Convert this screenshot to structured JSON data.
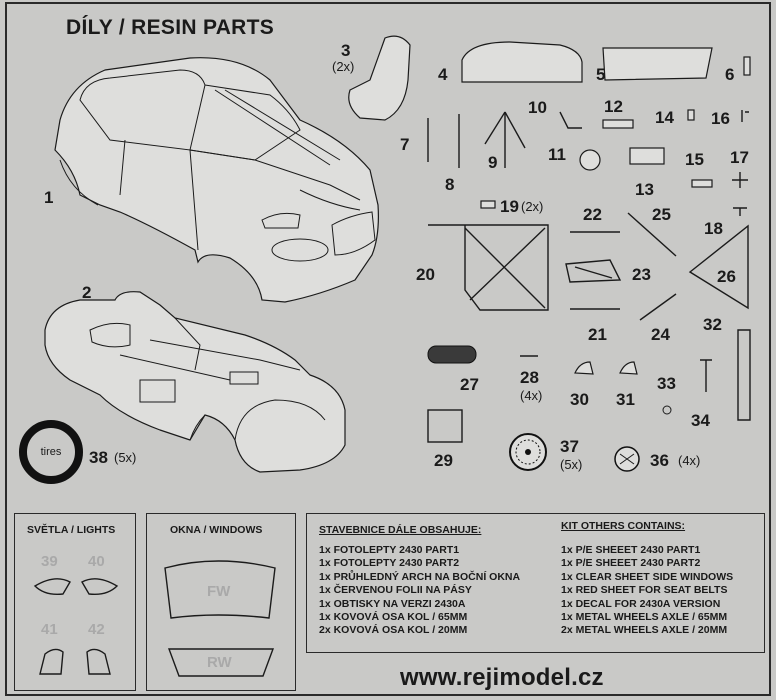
{
  "header": {
    "title": "DÍLY / RESIN PARTS"
  },
  "part_numbers": {
    "p1": "1",
    "p2": "2",
    "p3": "3",
    "p3_qty": "(2x)",
    "p4": "4",
    "p5": "5",
    "p6": "6",
    "p7": "7",
    "p8": "8",
    "p9": "9",
    "p10": "10",
    "p11": "11",
    "p12": "12",
    "p13": "13",
    "p14": "14",
    "p15": "15",
    "p16": "16",
    "p17": "17",
    "p18": "18",
    "p19": "19",
    "p19_qty": "(2x)",
    "p20": "20",
    "p21": "21",
    "p22": "22",
    "p23": "23",
    "p24": "24",
    "p25": "25",
    "p26": "26",
    "p27": "27",
    "p28": "28",
    "p28_qty": "(4x)",
    "p29": "29",
    "p30": "30",
    "p31": "31",
    "p32": "32",
    "p33": "33",
    "p34": "34",
    "p36": "36",
    "p36_qty": "(4x)",
    "p37": "37",
    "p37_qty": "(5x)",
    "p38": "38",
    "p38_qty": "(5x)"
  },
  "tires": {
    "label": "tires"
  },
  "lights_panel": {
    "title": "SVĚTLA / LIGHTS",
    "n39": "39",
    "n40": "40",
    "n41": "41",
    "n42": "42"
  },
  "windows_panel": {
    "title": "OKNA / WINDOWS",
    "fw": "FW",
    "rw": "RW"
  },
  "contents_cz": {
    "title": "STAVEBNICE DÁLE OBSAHUJE:",
    "items": [
      "1x FOTOLEPTY 2430 PART1",
      "1x FOTOLEPTY 2430 PART2",
      "1x PRŮHLEDNÝ ARCH NA BOČNÍ OKNA",
      "1x ČERVENOU FOLII NA PÁSY",
      "1x OBTISKY NA VERZI 2430A",
      "1x KOVOVÁ OSA KOL / 65MM",
      "2x KOVOVÁ OSA KOL / 20MM"
    ]
  },
  "contents_en": {
    "title": "KIT OTHERS CONTAINS:",
    "items": [
      "1x P/E SHEEET 2430 PART1",
      "1x P/E SHEEET 2430 PART2",
      "1x CLEAR SHEET SIDE WINDOWS",
      "1x RED SHEET FOR SEAT BELTS",
      "1x DECAL FOR 2430A VERSION",
      "1x METAL WHEELS AXLE / 65MM",
      "2x METAL WHEELS AXLE / 20MM"
    ]
  },
  "footer": {
    "url": "www.rejimodel.cz"
  }
}
